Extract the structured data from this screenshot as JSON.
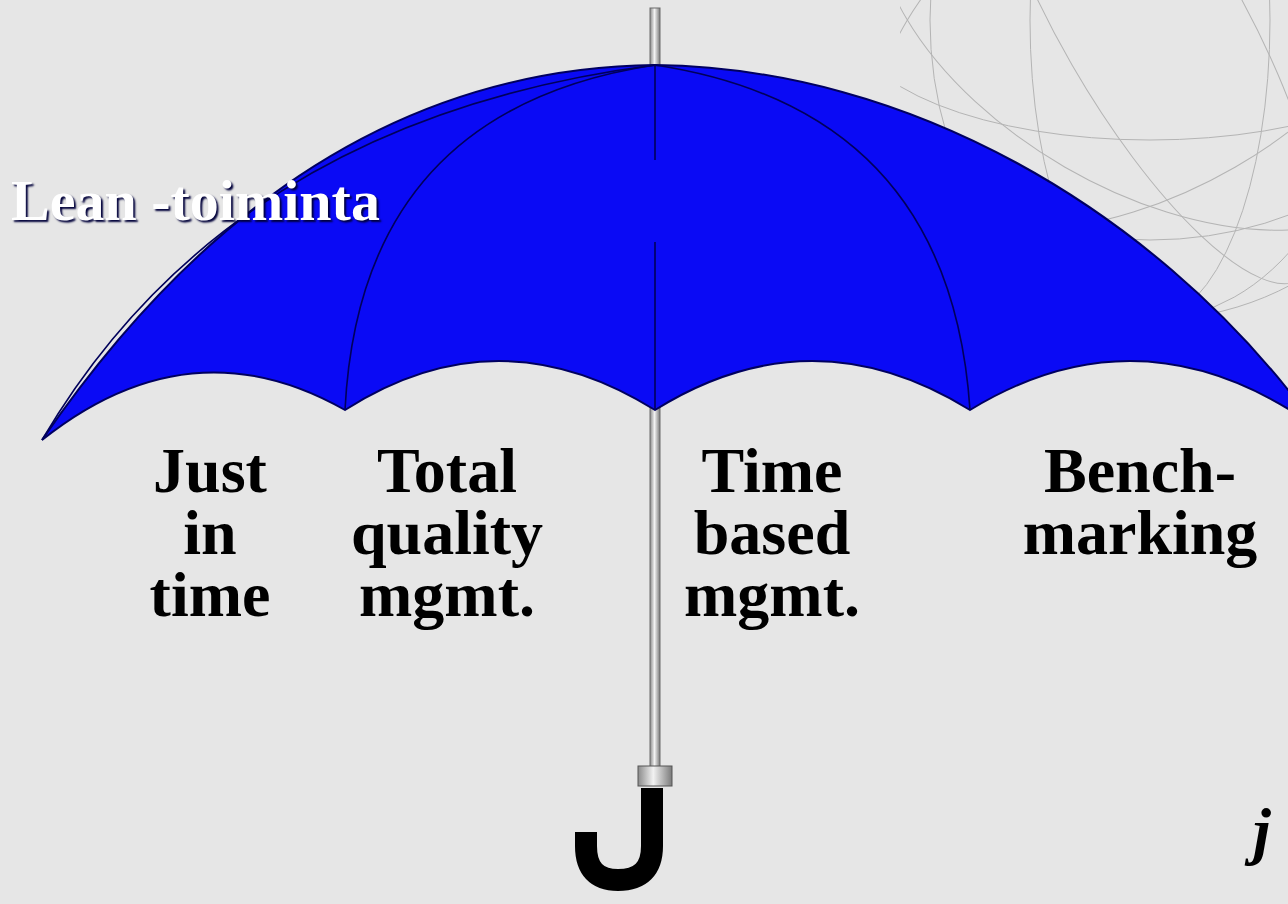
{
  "diagram": {
    "nodes": [
      {
        "text": [
          "Lean -toiminta"
        ]
      }
    ],
    "labels": [
      "Just in time",
      "Total quality mgmt.",
      "Time based mgmt.",
      "Bench- marking",
      "j"
    ]
  }
}
